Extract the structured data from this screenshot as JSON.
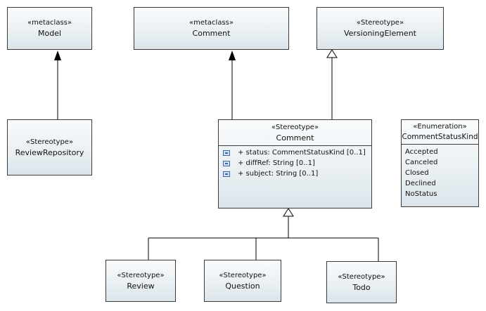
{
  "model": {
    "stereotype": "«metaclass»",
    "name": "Model"
  },
  "comment_meta": {
    "stereotype": "«metaclass»",
    "name": "Comment"
  },
  "versioning": {
    "stereotype": "«Stereotype»",
    "name": "VersioningElement"
  },
  "review_repo": {
    "stereotype": "«Stereotype»",
    "name": "ReviewRepository"
  },
  "comment": {
    "stereotype": "«Stereotype»",
    "name": "Comment",
    "attributes": [
      "+ status: CommentStatusKind [0..1]",
      "+ diffRef: String [0..1]",
      "+ subject: String [0..1]"
    ]
  },
  "status_enum": {
    "stereotype": "«Enumeration»",
    "name": "CommentStatusKind",
    "literals": [
      "Accepted",
      "Canceled",
      "Closed",
      "Declined",
      "NoStatus"
    ]
  },
  "review": {
    "stereotype": "«Stereotype»",
    "name": "Review"
  },
  "question": {
    "stereotype": "«Stereotype»",
    "name": "Question"
  },
  "todo": {
    "stereotype": "«Stereotype»",
    "name": "Todo"
  },
  "colors": {
    "line": "#000000",
    "border": "#3a3a3a",
    "fill": "#e6edf1"
  }
}
